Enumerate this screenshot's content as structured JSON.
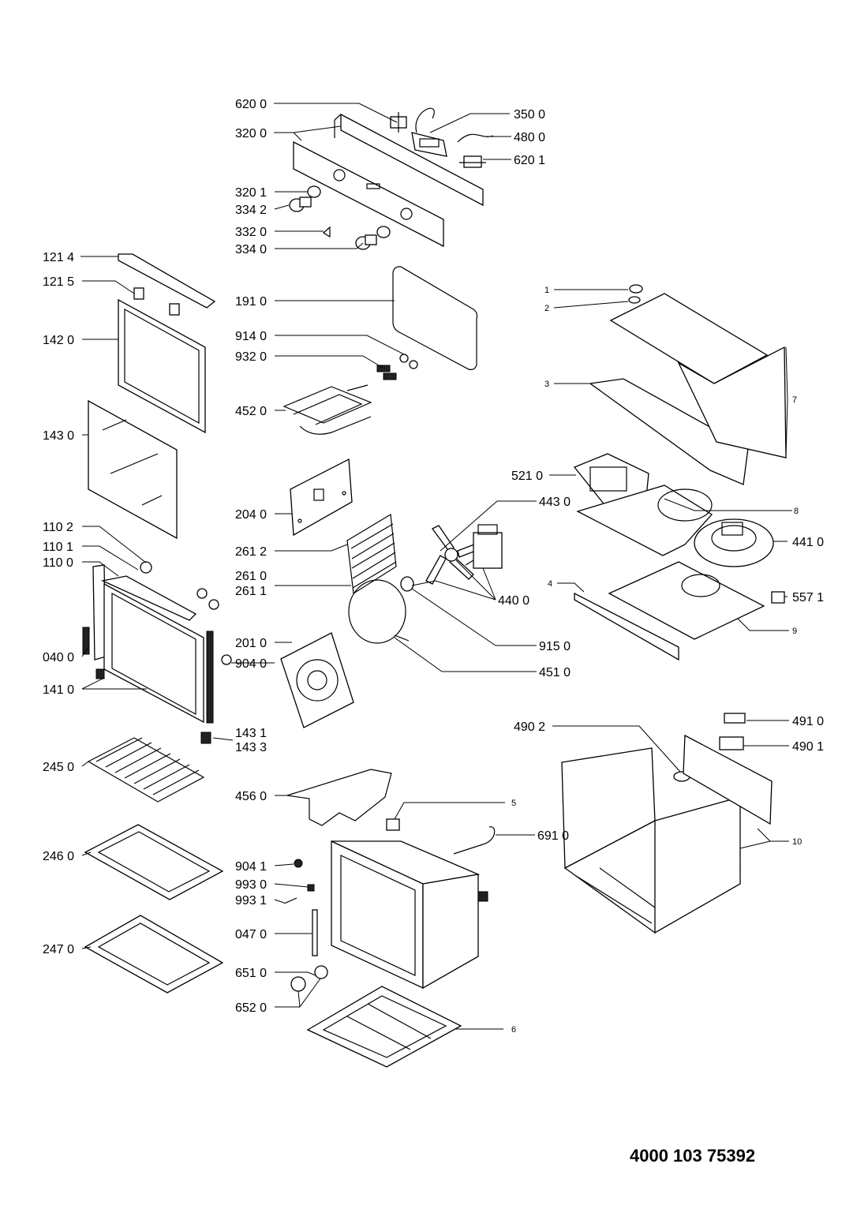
{
  "document_number": "4000 103 75392",
  "labels": [
    {
      "id": "p6200",
      "text": "620 0"
    },
    {
      "id": "p3200",
      "text": "320 0"
    },
    {
      "id": "p3500",
      "text": "350 0"
    },
    {
      "id": "p4800",
      "text": "480 0"
    },
    {
      "id": "p6201",
      "text": "620 1"
    },
    {
      "id": "p3201",
      "text": "320 1"
    },
    {
      "id": "p3342",
      "text": "334 2"
    },
    {
      "id": "p3320",
      "text": "332 0"
    },
    {
      "id": "p3340",
      "text": "334 0"
    },
    {
      "id": "p1214",
      "text": "121 4"
    },
    {
      "id": "p1215",
      "text": "121 5"
    },
    {
      "id": "p1910",
      "text": "191 0"
    },
    {
      "id": "p1420",
      "text": "142 0"
    },
    {
      "id": "p9140",
      "text": "914 0"
    },
    {
      "id": "p9320",
      "text": "932 0"
    },
    {
      "id": "p4520",
      "text": "452 0"
    },
    {
      "id": "p1430",
      "text": "143 0"
    },
    {
      "id": "p2040",
      "text": "204 0"
    },
    {
      "id": "p1102",
      "text": "110 2"
    },
    {
      "id": "p2612",
      "text": "261 2"
    },
    {
      "id": "p1101",
      "text": "110 1"
    },
    {
      "id": "p1100",
      "text": "110 0"
    },
    {
      "id": "p2610",
      "text": "261 0"
    },
    {
      "id": "p2611",
      "text": "261 1"
    },
    {
      "id": "p2010",
      "text": "201 0"
    },
    {
      "id": "p0400",
      "text": "040 0"
    },
    {
      "id": "p9040",
      "text": "904 0"
    },
    {
      "id": "p1410",
      "text": "141 0"
    },
    {
      "id": "p1431",
      "text": "143 1"
    },
    {
      "id": "p1433",
      "text": "143 3"
    },
    {
      "id": "p2450",
      "text": "245 0"
    },
    {
      "id": "p4560",
      "text": "456 0"
    },
    {
      "id": "p2460",
      "text": "246 0"
    },
    {
      "id": "p9041",
      "text": "904 1"
    },
    {
      "id": "p9930",
      "text": "993 0"
    },
    {
      "id": "p9931",
      "text": "993 1"
    },
    {
      "id": "p2470",
      "text": "247 0"
    },
    {
      "id": "p0470",
      "text": "047 0"
    },
    {
      "id": "p6510",
      "text": "651 0"
    },
    {
      "id": "p6520",
      "text": "652 0"
    },
    {
      "id": "p4430",
      "text": "443 0"
    },
    {
      "id": "p4400",
      "text": "440 0"
    },
    {
      "id": "p9150",
      "text": "915 0"
    },
    {
      "id": "p4510",
      "text": "451 0"
    },
    {
      "id": "p5",
      "text": "5"
    },
    {
      "id": "p6910",
      "text": "691 0"
    },
    {
      "id": "p6",
      "text": "6"
    },
    {
      "id": "p1",
      "text": "1"
    },
    {
      "id": "p2",
      "text": "2"
    },
    {
      "id": "p3",
      "text": "3"
    },
    {
      "id": "p7",
      "text": "7"
    },
    {
      "id": "p5210",
      "text": "521 0"
    },
    {
      "id": "p8",
      "text": "8"
    },
    {
      "id": "p4410",
      "text": "441 0"
    },
    {
      "id": "p4",
      "text": "4"
    },
    {
      "id": "p5571",
      "text": "557 1"
    },
    {
      "id": "p9",
      "text": "9"
    },
    {
      "id": "p4910",
      "text": "491 0"
    },
    {
      "id": "p4902",
      "text": "490 2"
    },
    {
      "id": "p4901",
      "text": "490 1"
    },
    {
      "id": "p10",
      "text": "10"
    }
  ]
}
